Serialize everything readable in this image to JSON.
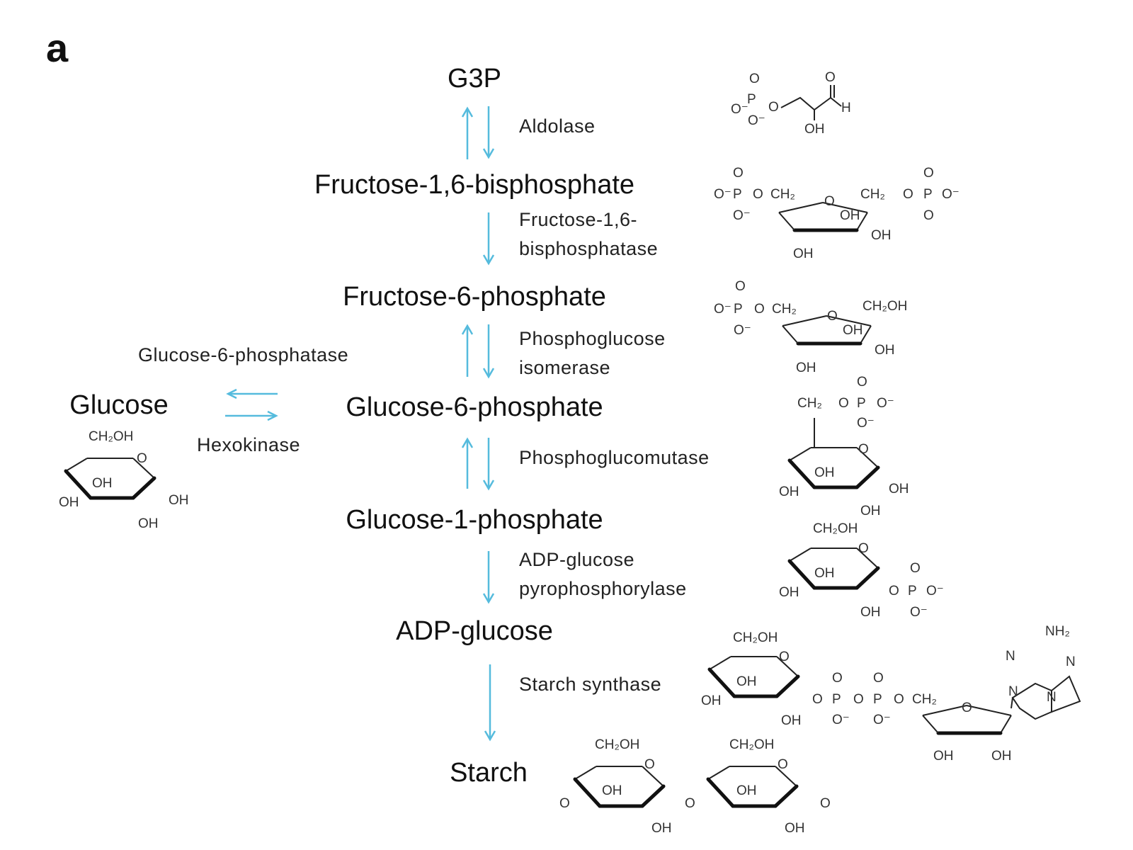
{
  "panel_label": "a",
  "compounds": {
    "g3p": "G3P",
    "fbp": "Fructose-1,6-bisphosphate",
    "f6p": "Fructose-6-phosphate",
    "g6p": "Glucose-6-phosphate",
    "g1p": "Glucose-1-phosphate",
    "adpg": "ADP-glucose",
    "starch": "Starch",
    "glucose": "Glucose"
  },
  "enzymes": {
    "aldolase": "Aldolase",
    "fbpase_1": "Fructose-1,6-",
    "fbpase_2": "bisphosphatase",
    "pgi_1": "Phosphoglucose",
    "pgi_2": "isomerase",
    "pgm": "Phosphoglucomutase",
    "agpase_1": "ADP-glucose",
    "agpase_2": "pyrophosphorylase",
    "ss": "Starch synthase",
    "g6pase": "Glucose-6-phosphatase",
    "hk": "Hexokinase"
  },
  "atoms": {
    "o": "O",
    "om": "O⁻",
    "p": "P",
    "h": "H",
    "oh": "OH",
    "ch2": "CH₂",
    "ch2oh": "CH₂OH",
    "nh2": "NH₂",
    "n": "N"
  },
  "colors": {
    "arrow": "#55bbdd",
    "text": "#111111"
  }
}
